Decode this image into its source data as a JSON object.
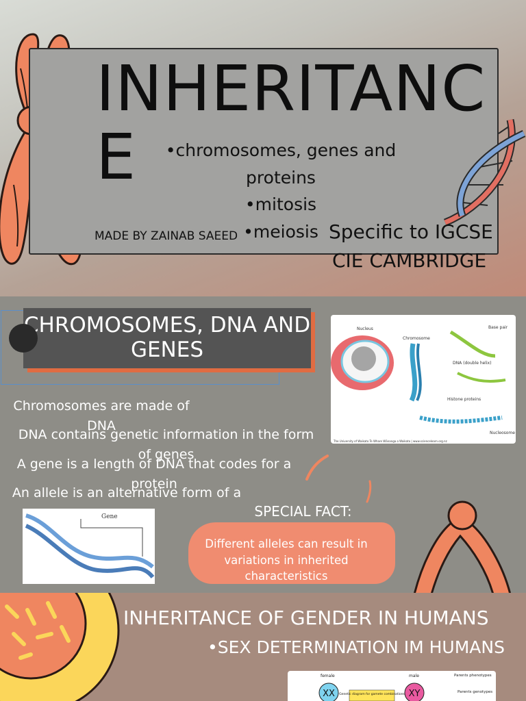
{
  "slide1": {
    "title": "INHERITANCE",
    "topics": [
      "•chromosomes, genes and proteins",
      "•mitosis",
      "•meiosis"
    ],
    "made_by": "MADE BY ZAINAB SAEED",
    "specific_line1": "Specific to IGCSE",
    "specific_line2": "CIE CAMBRIDGE"
  },
  "slide2": {
    "heading": "CHROMOSOMES, DNA AND GENES",
    "points": [
      "Chromosomes are made of DNA",
      "DNA contains genetic information in the form of genes",
      "A gene is a length of DNA that codes for a protein",
      "An allele is an alternative form of a gene"
    ],
    "fact_title": "SPECIAL FACT:",
    "fact_text": "Different alleles can result in variations in inherited characteristics",
    "cell_labels": {
      "nucleus": "Nucleus",
      "chromosome": "Chromosome",
      "base_pair": "Base pair",
      "dna": "DNA (double helix)",
      "histone": "Histone proteins",
      "nucleosome": "Nucleosome",
      "credit": "The University of Waikato Te Whare Wānanga o Waikato | www.sciencelearn.org.nz"
    },
    "dna_label": "Gene"
  },
  "slide3": {
    "title": "INHERITANCE OF GENDER IN HUMANS",
    "subtitle": "•SEX DETERMINATION IM HUMANS",
    "diagram": {
      "female": "female",
      "male": "male",
      "xx": "XX",
      "xy": "XY",
      "note": "Genetic diagram for gamete combinations",
      "parents_phenotypes": "Parents phenotypes",
      "parents_genotypes": "Parents genotypes"
    }
  },
  "colors": {
    "accent_orange": "#ef8660",
    "dark_box": "#545454",
    "highlight_yellow": "#ffe45a"
  }
}
